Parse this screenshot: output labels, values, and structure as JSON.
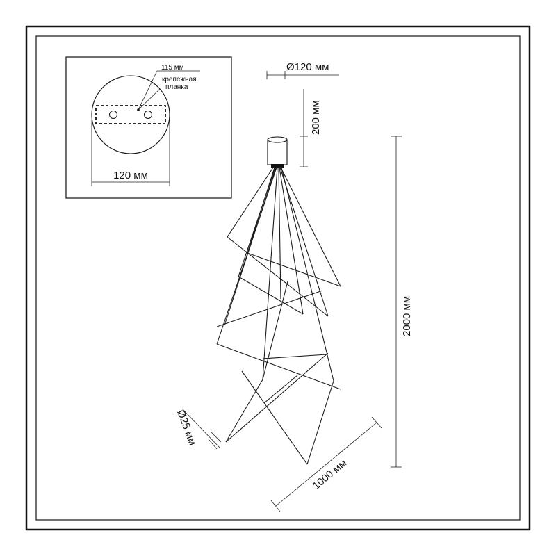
{
  "inset": {
    "width_label": "120 мм",
    "slot_label": "115 мм",
    "bracket_label_line1": "крепежная",
    "bracket_label_line2": "планка"
  },
  "dimensions": {
    "canopy_diameter": "Ø120 мм",
    "canopy_height": "200 мм",
    "total_height": "2000 мм",
    "tube_diameter": "Ø25 мм",
    "total_width": "1000 мм"
  }
}
